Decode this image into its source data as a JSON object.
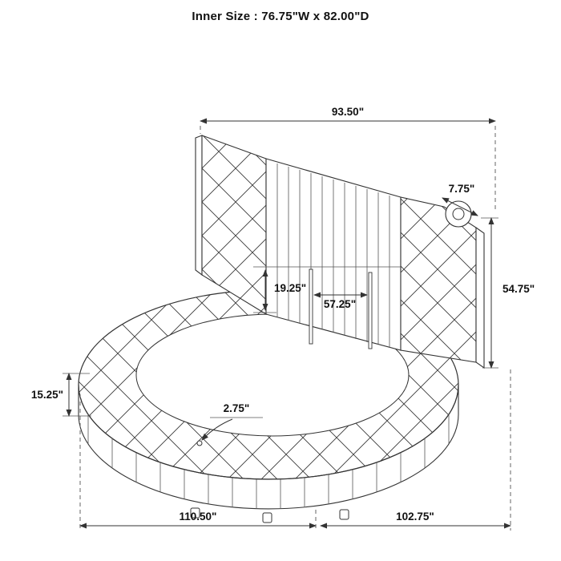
{
  "header": {
    "title": "Inner Size : 76.75\"W x 82.00\"D"
  },
  "dimensions": {
    "top_width": "93.50\"",
    "headboard_roll": "7.75\"",
    "headboard_height": "54.75\"",
    "deck_height": "19.25\"",
    "inner_span": "57.25\"",
    "rail_height": "15.25\"",
    "tuft_depth": "2.75\"",
    "bottom_width": "110.50\"",
    "bottom_depth": "102.75\""
  },
  "colors": {
    "line": "#333333",
    "text": "#111111",
    "background": "#ffffff"
  }
}
